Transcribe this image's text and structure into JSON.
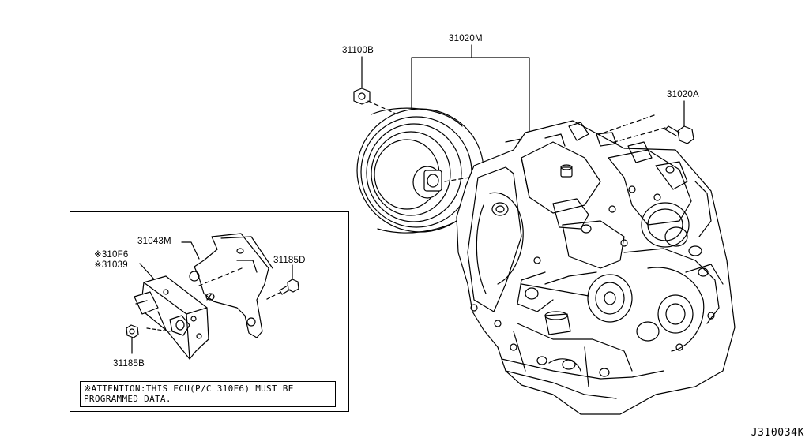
{
  "part_labels": {
    "flywheel_nut": "31100B",
    "transmission_assembly": "31020M",
    "transmission_bolt": "31020A",
    "bracket": "31043M",
    "ecu_code_1": "※310F6",
    "ecu_code_2": "※31039",
    "bracket_bolt": "31185D",
    "ecu_bolt": "31185B"
  },
  "note": {
    "line1": "※ATTENTION:THIS ECU(P/C 310F6) MUST BE",
    "line2": "PROGRAMMED DATA."
  },
  "diagram_code": "J310034K"
}
